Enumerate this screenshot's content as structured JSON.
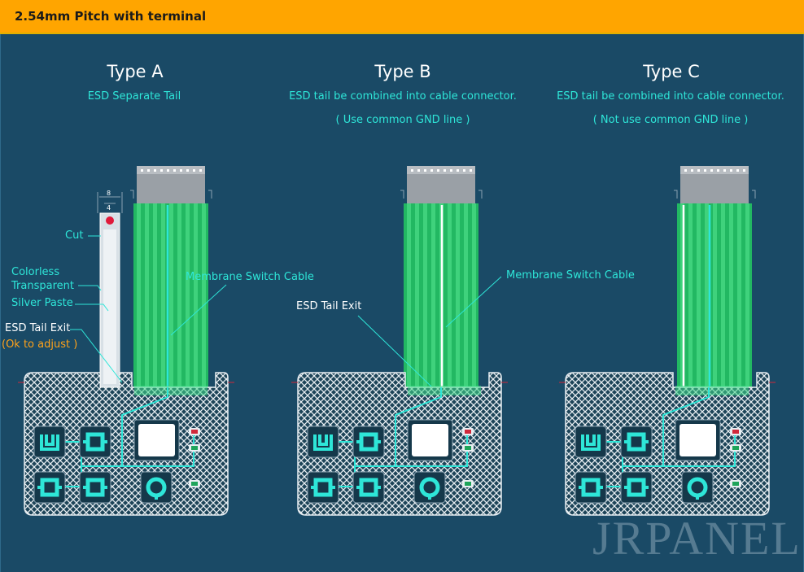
{
  "header": {
    "title": "2.54mm Pitch with terminal"
  },
  "types": [
    {
      "title": "Type A",
      "subtitle": "ESD Separate Tail",
      "subtitle2": ""
    },
    {
      "title": "Type B",
      "subtitle": "ESD tail be combined into cable connector.",
      "subtitle2": "( Use common GND line )"
    },
    {
      "title": "Type C",
      "subtitle": "ESD tail be combined into cable connector.",
      "subtitle2": "( Not use common GND line )"
    }
  ],
  "labels": {
    "cut": "Cut",
    "colorless": "Colorless",
    "transparent": "Transparent",
    "silver_paste": "Silver Paste",
    "esd_tail_exit": "ESD Tail Exit",
    "ok_to_adjust": "(Ok to adjust )",
    "membrane_cable": "Membrane Switch Cable",
    "dim_8": "8",
    "dim_4": "4"
  },
  "watermark": "JRPANEL",
  "colors": {
    "header": "#ffa500",
    "background": "#1a4a66",
    "accent_cyan": "#2ee6d8",
    "cable_green": "#2ec46a",
    "highlight_orange": "#ffa21a"
  }
}
